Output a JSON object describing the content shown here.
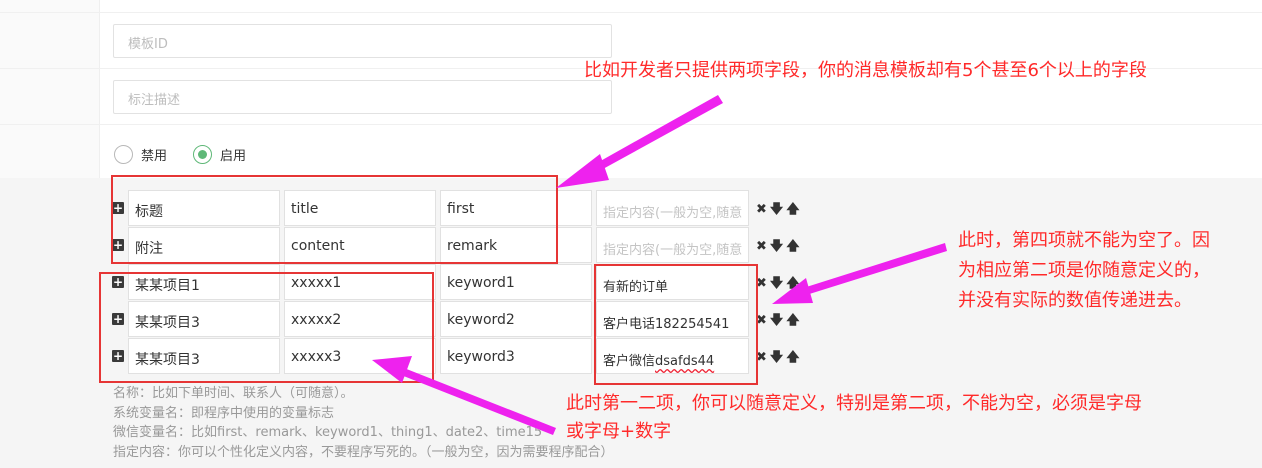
{
  "form": {
    "template_id_placeholder": "模板ID",
    "note_placeholder": "标注描述",
    "radio_disable": "禁用",
    "radio_enable": "启用",
    "enabled": true
  },
  "rows": [
    {
      "c1": "标题",
      "c2": "title",
      "c3": "first",
      "c4": "",
      "c4_placeholder": "指定内容(一般为空,随意"
    },
    {
      "c1": "附注",
      "c2": "content",
      "c3": "remark",
      "c4": "",
      "c4_placeholder": "指定内容(一般为空,随意"
    },
    {
      "c1": "某某项目1",
      "c2": "xxxxx1",
      "c3": "keyword1",
      "c4": "有新的订单",
      "c4_placeholder": ""
    },
    {
      "c1": "某某项目3",
      "c2": "xxxxx2",
      "c3": "keyword2",
      "c4": "客户电话182254541",
      "c4_placeholder": ""
    },
    {
      "c1": "某某项目3",
      "c2": "xxxxx3",
      "c3": "keyword3",
      "c4": "客户微信",
      "c4_underlined": "dsafds44",
      "c4_placeholder": ""
    }
  ],
  "actions": {
    "remove": "✖",
    "down": "🡇",
    "up": "🡅"
  },
  "descriptions": [
    "名称：比如下单时间、联系人（可随意）。",
    "系统变量名：即程序中使用的变量标志",
    "微信变量名：比如first、remark、keyword1、thing1、date2、time15",
    "指定内容：你可以个性化定义内容，不要程序写死的。（一般为空，因为需要程序配合）"
  ],
  "annotations": {
    "top": "比如开发者只提供两项字段，你的消息模板却有5个甚至6个以上的字段",
    "right_line1": "此时，第四项就不能为空了。因",
    "right_line2": "为相应第二项是你随意定义的，",
    "right_line3": "并没有实际的数值传递进去。",
    "bottom_line1": "此时第一二项，你可以随意定义，特别是第二项，不能为空，必须是字母",
    "bottom_line2": "或字母+数字"
  },
  "colors": {
    "annotation": "#ff2a2a",
    "arrow": "#ee22ee",
    "radio_on": "#5fb878"
  }
}
